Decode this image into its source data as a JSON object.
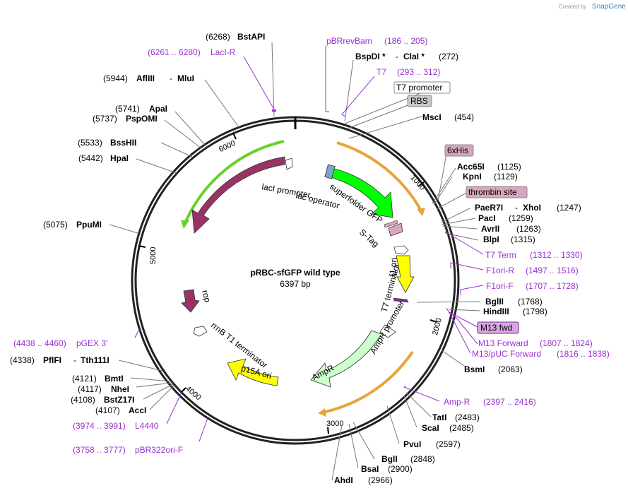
{
  "watermark": "Created by",
  "brand": "SnapGene",
  "plasmid": {
    "name": "pRBC-sfGFP wild type",
    "size": "6397 bp"
  },
  "ticks": [
    "1000",
    "2000",
    "3000",
    "4000",
    "5000",
    "6000"
  ],
  "enzymes": [
    {
      "name": "BstAPI",
      "pos": "(6268)"
    },
    {
      "name": "AflIII",
      "name2": "MluI",
      "pos": "(5944)"
    },
    {
      "name": "ApaI",
      "pos": "(5741)"
    },
    {
      "name": "PspOMI",
      "pos": "(5737)"
    },
    {
      "name": "BssHII",
      "pos": "(5533)"
    },
    {
      "name": "HpaI",
      "pos": "(5442)"
    },
    {
      "name": "PpuMI",
      "pos": "(5075)"
    },
    {
      "name": "BspDI *",
      "name2": "ClaI *",
      "pos": "(272)"
    },
    {
      "name": "MscI",
      "pos": "(454)"
    },
    {
      "name": "Acc65I",
      "pos": "(1125)"
    },
    {
      "name": "KpnI",
      "pos": "(1129)"
    },
    {
      "name": "PaeR7I",
      "name2": "XhoI",
      "pos": "(1247)"
    },
    {
      "name": "PacI",
      "pos": "(1259)"
    },
    {
      "name": "AvrII",
      "pos": "(1263)"
    },
    {
      "name": "BlpI",
      "pos": "(1315)"
    },
    {
      "name": "BglII",
      "pos": "(1768)"
    },
    {
      "name": "HindIII",
      "pos": "(1798)"
    },
    {
      "name": "BsmI",
      "pos": "(2063)"
    },
    {
      "name": "TatI",
      "pos": "(2483)"
    },
    {
      "name": "ScaI",
      "pos": "(2485)"
    },
    {
      "name": "PvuI",
      "pos": "(2597)"
    },
    {
      "name": "BglI",
      "pos": "(2848)"
    },
    {
      "name": "BsaI",
      "pos": "(2900)"
    },
    {
      "name": "AhdI",
      "pos": "(2966)"
    },
    {
      "name": "PflFI",
      "name2": "Tth111I",
      "pos": "(4338)"
    },
    {
      "name": "BmtI",
      "pos": "(4121)"
    },
    {
      "name": "NheI",
      "pos": "(4117)"
    },
    {
      "name": "BstZ17I",
      "pos": "(4108)"
    },
    {
      "name": "AccI",
      "pos": "(4107)"
    }
  ],
  "primers": [
    {
      "name": "LacI-R",
      "range": "(6261 .. 6280)"
    },
    {
      "name": "pBRrevBam",
      "range": "(186 .. 205)"
    },
    {
      "name": "T7",
      "range": "(293 .. 312)"
    },
    {
      "name": "T7 Term",
      "range": "(1312 .. 1330)"
    },
    {
      "name": "F1ori-R",
      "range": "(1497 .. 1516)"
    },
    {
      "name": "F1ori-F",
      "range": "(1707 .. 1728)"
    },
    {
      "name": "M13 Forward",
      "range": "(1807 .. 1824)"
    },
    {
      "name": "M13/pUC Forward",
      "range": "(1816 .. 1838)"
    },
    {
      "name": "Amp-R",
      "range": "(2397 .. 2416)"
    },
    {
      "name": "pGEX 3'",
      "range": "(4438 .. 4460)"
    },
    {
      "name": "L4440",
      "range": "(3974 .. 3991)"
    },
    {
      "name": "pBR322ori-F",
      "range": "(3758 .. 3777)"
    }
  ],
  "boxed_features": [
    "T7 promoter",
    "RBS",
    "6xHis",
    "thrombin site",
    "M13 fwd"
  ],
  "features": [
    "lacI",
    "lacI promoter",
    "lac operator",
    "superfolder GFP",
    "S-Tag",
    "f1 ori",
    "T7 terminator",
    "AmpR promoter",
    "AmpR",
    "p15A ori",
    "rrnB T1 terminator",
    "rop"
  ],
  "colors": {
    "lacI": "#993366",
    "sfGFP": "#00ff00",
    "AmpR": "#ccffcc",
    "p15A": "#ffff00",
    "f1ori": "#ffff00",
    "rop": "#993366",
    "primer": "#9b30d0"
  }
}
